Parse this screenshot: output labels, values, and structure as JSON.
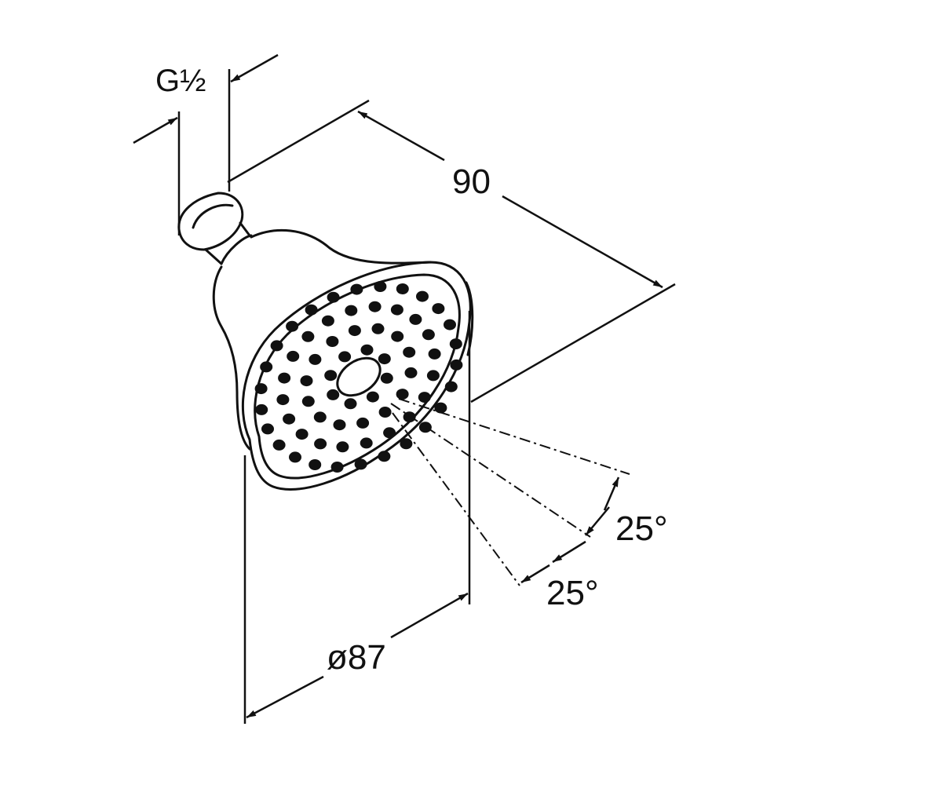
{
  "dimensions": {
    "thread": "G½",
    "length": "90",
    "diameter": "ø87",
    "spray_angle_upper": "25°",
    "spray_angle_lower": "25°"
  },
  "colors": {
    "line": "#111111",
    "background": "#ffffff"
  }
}
